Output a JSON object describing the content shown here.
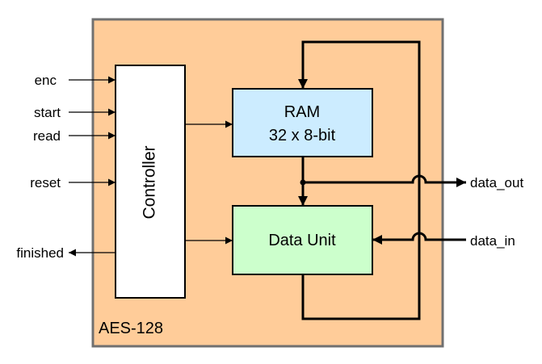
{
  "module": {
    "label": "AES-128",
    "fill": "#FFCC99",
    "border": "#707070"
  },
  "blocks": {
    "controller": {
      "label": "Controller",
      "fill": "#FFFFFF"
    },
    "ram": {
      "line1": "RAM",
      "line2": "32 x 8-bit",
      "fill": "#CCECFF"
    },
    "data_unit": {
      "label": "Data Unit",
      "fill": "#CCFFCC"
    }
  },
  "inputs": {
    "enc": "enc",
    "start": "start",
    "read": "read",
    "reset": "reset",
    "data_in": "data_in"
  },
  "outputs": {
    "finished": "finished",
    "data_out": "data_out"
  }
}
